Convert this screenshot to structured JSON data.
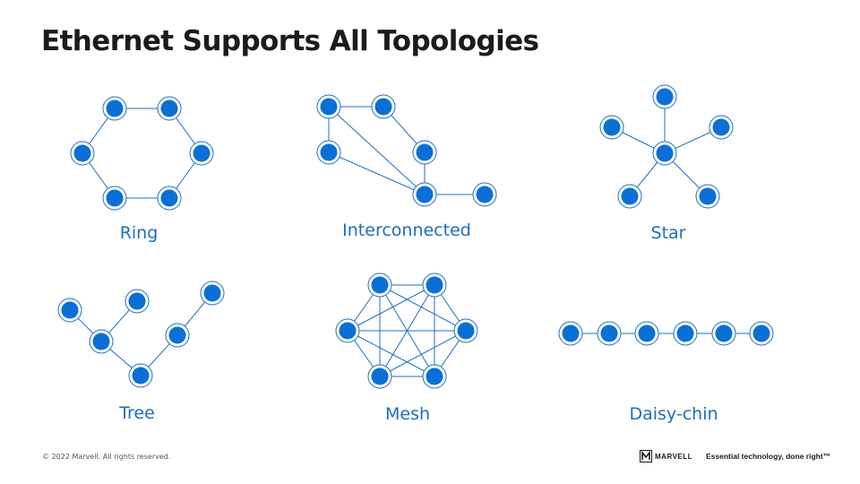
{
  "slide": {
    "title": "Ethernet Supports All Topologies",
    "copyright": "© 2022 Marvell. All rights reserved.",
    "brand": "MARVELL",
    "tagline": "Essential technology, done right™"
  },
  "colors": {
    "node": "#0a6fd6",
    "edge": "#1f6fc0",
    "label": "#1a6fc1",
    "title": "#1b1b1b"
  },
  "topologies": [
    {
      "label": "Ring"
    },
    {
      "label": "Interconnected"
    },
    {
      "label": "Star"
    },
    {
      "label": "Tree"
    },
    {
      "label": "Mesh"
    },
    {
      "label": "Daisy-chin"
    }
  ]
}
